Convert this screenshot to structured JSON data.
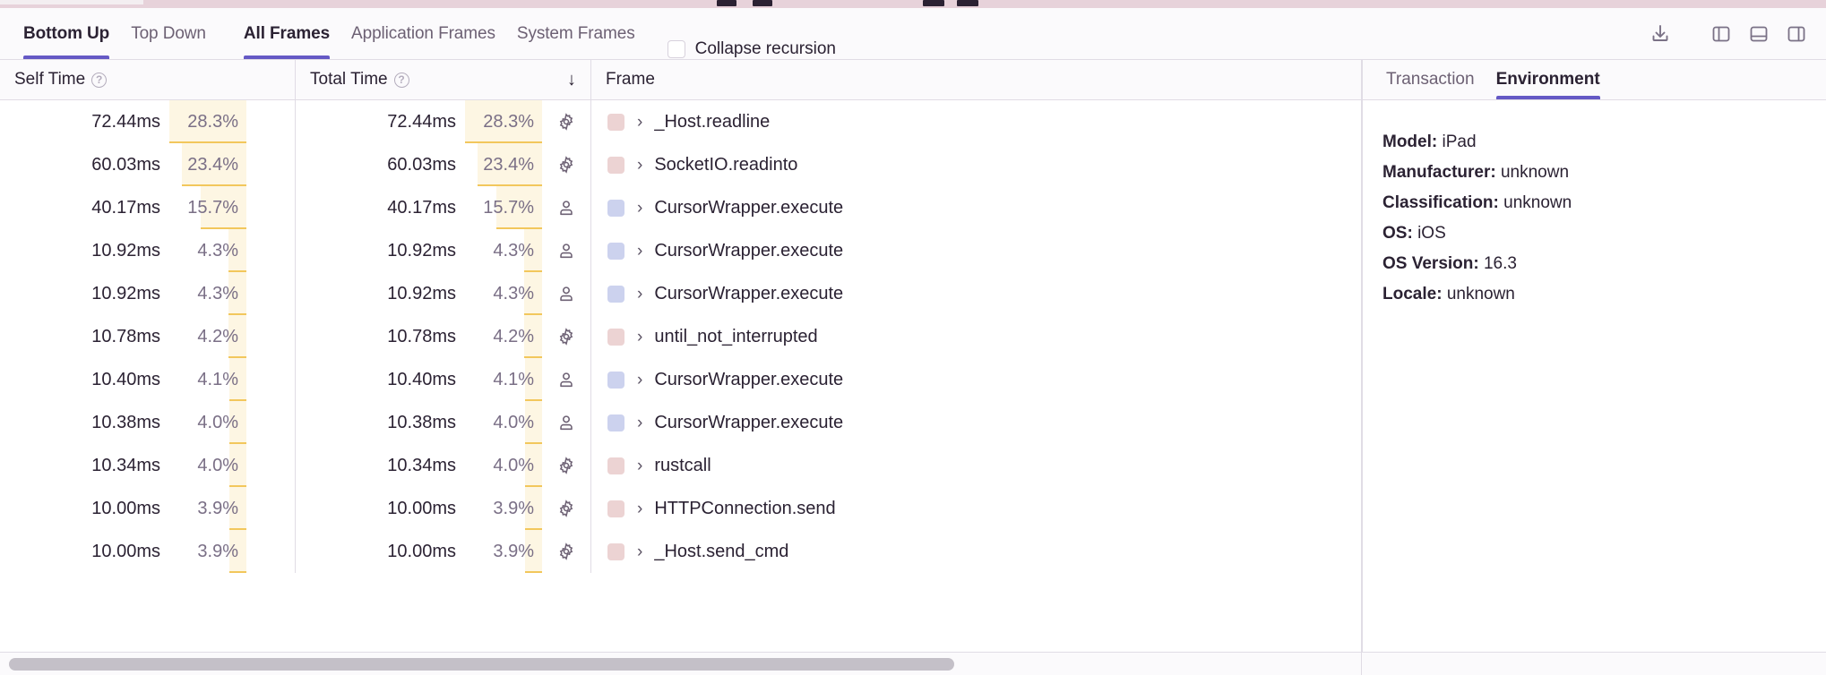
{
  "toolbar": {
    "tabs": [
      {
        "label": "Bottom Up",
        "active": true
      },
      {
        "label": "Top Down",
        "active": false
      }
    ],
    "frame_filters": [
      {
        "label": "All Frames",
        "active": true
      },
      {
        "label": "Application Frames",
        "active": false
      },
      {
        "label": "System Frames",
        "active": false
      }
    ],
    "collapse_recursion": {
      "label": "Collapse recursion",
      "checked": false
    },
    "actions": [
      {
        "name": "download-icon",
        "title": "Export"
      },
      {
        "name": "panel-left-icon",
        "title": "Toggle left panel"
      },
      {
        "name": "panel-bottom-icon",
        "title": "Toggle bottom panel"
      },
      {
        "name": "panel-right-icon",
        "title": "Toggle right panel"
      }
    ]
  },
  "table": {
    "columns": [
      {
        "key": "self_time",
        "label": "Self Time",
        "help": "?",
        "sorted": false
      },
      {
        "key": "total_time",
        "label": "Total Time",
        "help": "?",
        "sorted": true,
        "sort_direction": "↓"
      },
      {
        "key": "frame",
        "label": "Frame",
        "help": "",
        "sorted": false
      }
    ],
    "rows": [
      {
        "self_time": "72.44ms",
        "self_pct": "28.3%",
        "self_pct_value": 28.3,
        "total_time": "72.44ms",
        "total_pct": "28.3%",
        "total_pct_value": 28.3,
        "frame_type": "gear-icon",
        "swatch": "#ecd3d3",
        "frame": "_Host.readline"
      },
      {
        "self_time": "60.03ms",
        "self_pct": "23.4%",
        "self_pct_value": 23.4,
        "total_time": "60.03ms",
        "total_pct": "23.4%",
        "total_pct_value": 23.4,
        "frame_type": "gear-icon",
        "swatch": "#ecd3d3",
        "frame": "SocketIO.readinto"
      },
      {
        "self_time": "40.17ms",
        "self_pct": "15.7%",
        "self_pct_value": 15.7,
        "total_time": "40.17ms",
        "total_pct": "15.7%",
        "total_pct_value": 15.7,
        "frame_type": "person-icon",
        "swatch": "#ccd2ee",
        "frame": "CursorWrapper.execute"
      },
      {
        "self_time": "10.92ms",
        "self_pct": "4.3%",
        "self_pct_value": 4.3,
        "total_time": "10.92ms",
        "total_pct": "4.3%",
        "total_pct_value": 4.3,
        "frame_type": "person-icon",
        "swatch": "#ccd2ee",
        "frame": "CursorWrapper.execute"
      },
      {
        "self_time": "10.92ms",
        "self_pct": "4.3%",
        "self_pct_value": 4.3,
        "total_time": "10.92ms",
        "total_pct": "4.3%",
        "total_pct_value": 4.3,
        "frame_type": "person-icon",
        "swatch": "#ccd2ee",
        "frame": "CursorWrapper.execute"
      },
      {
        "self_time": "10.78ms",
        "self_pct": "4.2%",
        "self_pct_value": 4.2,
        "total_time": "10.78ms",
        "total_pct": "4.2%",
        "total_pct_value": 4.2,
        "frame_type": "gear-icon",
        "swatch": "#ecd3d3",
        "frame": "until_not_interrupted"
      },
      {
        "self_time": "10.40ms",
        "self_pct": "4.1%",
        "self_pct_value": 4.1,
        "total_time": "10.40ms",
        "total_pct": "4.1%",
        "total_pct_value": 4.1,
        "frame_type": "person-icon",
        "swatch": "#ccd2ee",
        "frame": "CursorWrapper.execute"
      },
      {
        "self_time": "10.38ms",
        "self_pct": "4.0%",
        "self_pct_value": 4.0,
        "total_time": "10.38ms",
        "total_pct": "4.0%",
        "total_pct_value": 4.0,
        "frame_type": "person-icon",
        "swatch": "#ccd2ee",
        "frame": "CursorWrapper.execute"
      },
      {
        "self_time": "10.34ms",
        "self_pct": "4.0%",
        "self_pct_value": 4.0,
        "total_time": "10.34ms",
        "total_pct": "4.0%",
        "total_pct_value": 4.0,
        "frame_type": "gear-icon",
        "swatch": "#ecd3d3",
        "frame": "rustcall"
      },
      {
        "self_time": "10.00ms",
        "self_pct": "3.9%",
        "self_pct_value": 3.9,
        "total_time": "10.00ms",
        "total_pct": "3.9%",
        "total_pct_value": 3.9,
        "frame_type": "gear-icon",
        "swatch": "#ecd3d3",
        "frame": "HTTPConnection.send"
      },
      {
        "self_time": "10.00ms",
        "self_pct": "3.9%",
        "self_pct_value": 3.9,
        "total_time": "10.00ms",
        "total_pct": "3.9%",
        "total_pct_value": 3.9,
        "frame_type": "gear-icon",
        "swatch": "#ecd3d3",
        "frame": "_Host.send_cmd"
      }
    ]
  },
  "side_panel": {
    "tabs": [
      {
        "label": "Transaction",
        "active": false
      },
      {
        "label": "Environment",
        "active": true
      }
    ],
    "environment": [
      {
        "key": "Model:",
        "value": "iPad"
      },
      {
        "key": "Manufacturer:",
        "value": "unknown"
      },
      {
        "key": "Classification:",
        "value": "unknown"
      },
      {
        "key": "OS:",
        "value": "iOS"
      },
      {
        "key": "OS Version:",
        "value": "16.3"
      },
      {
        "key": "Locale:",
        "value": "unknown"
      }
    ]
  },
  "colors": {
    "accent": "#6559c5",
    "bar_fill": "#fdf6e3",
    "bar_border": "#f2c75c",
    "swatch_system": "#ecd3d3",
    "swatch_application": "#ccd2ee"
  },
  "scrollbar": {
    "name": "horizontal-scrollbar"
  }
}
